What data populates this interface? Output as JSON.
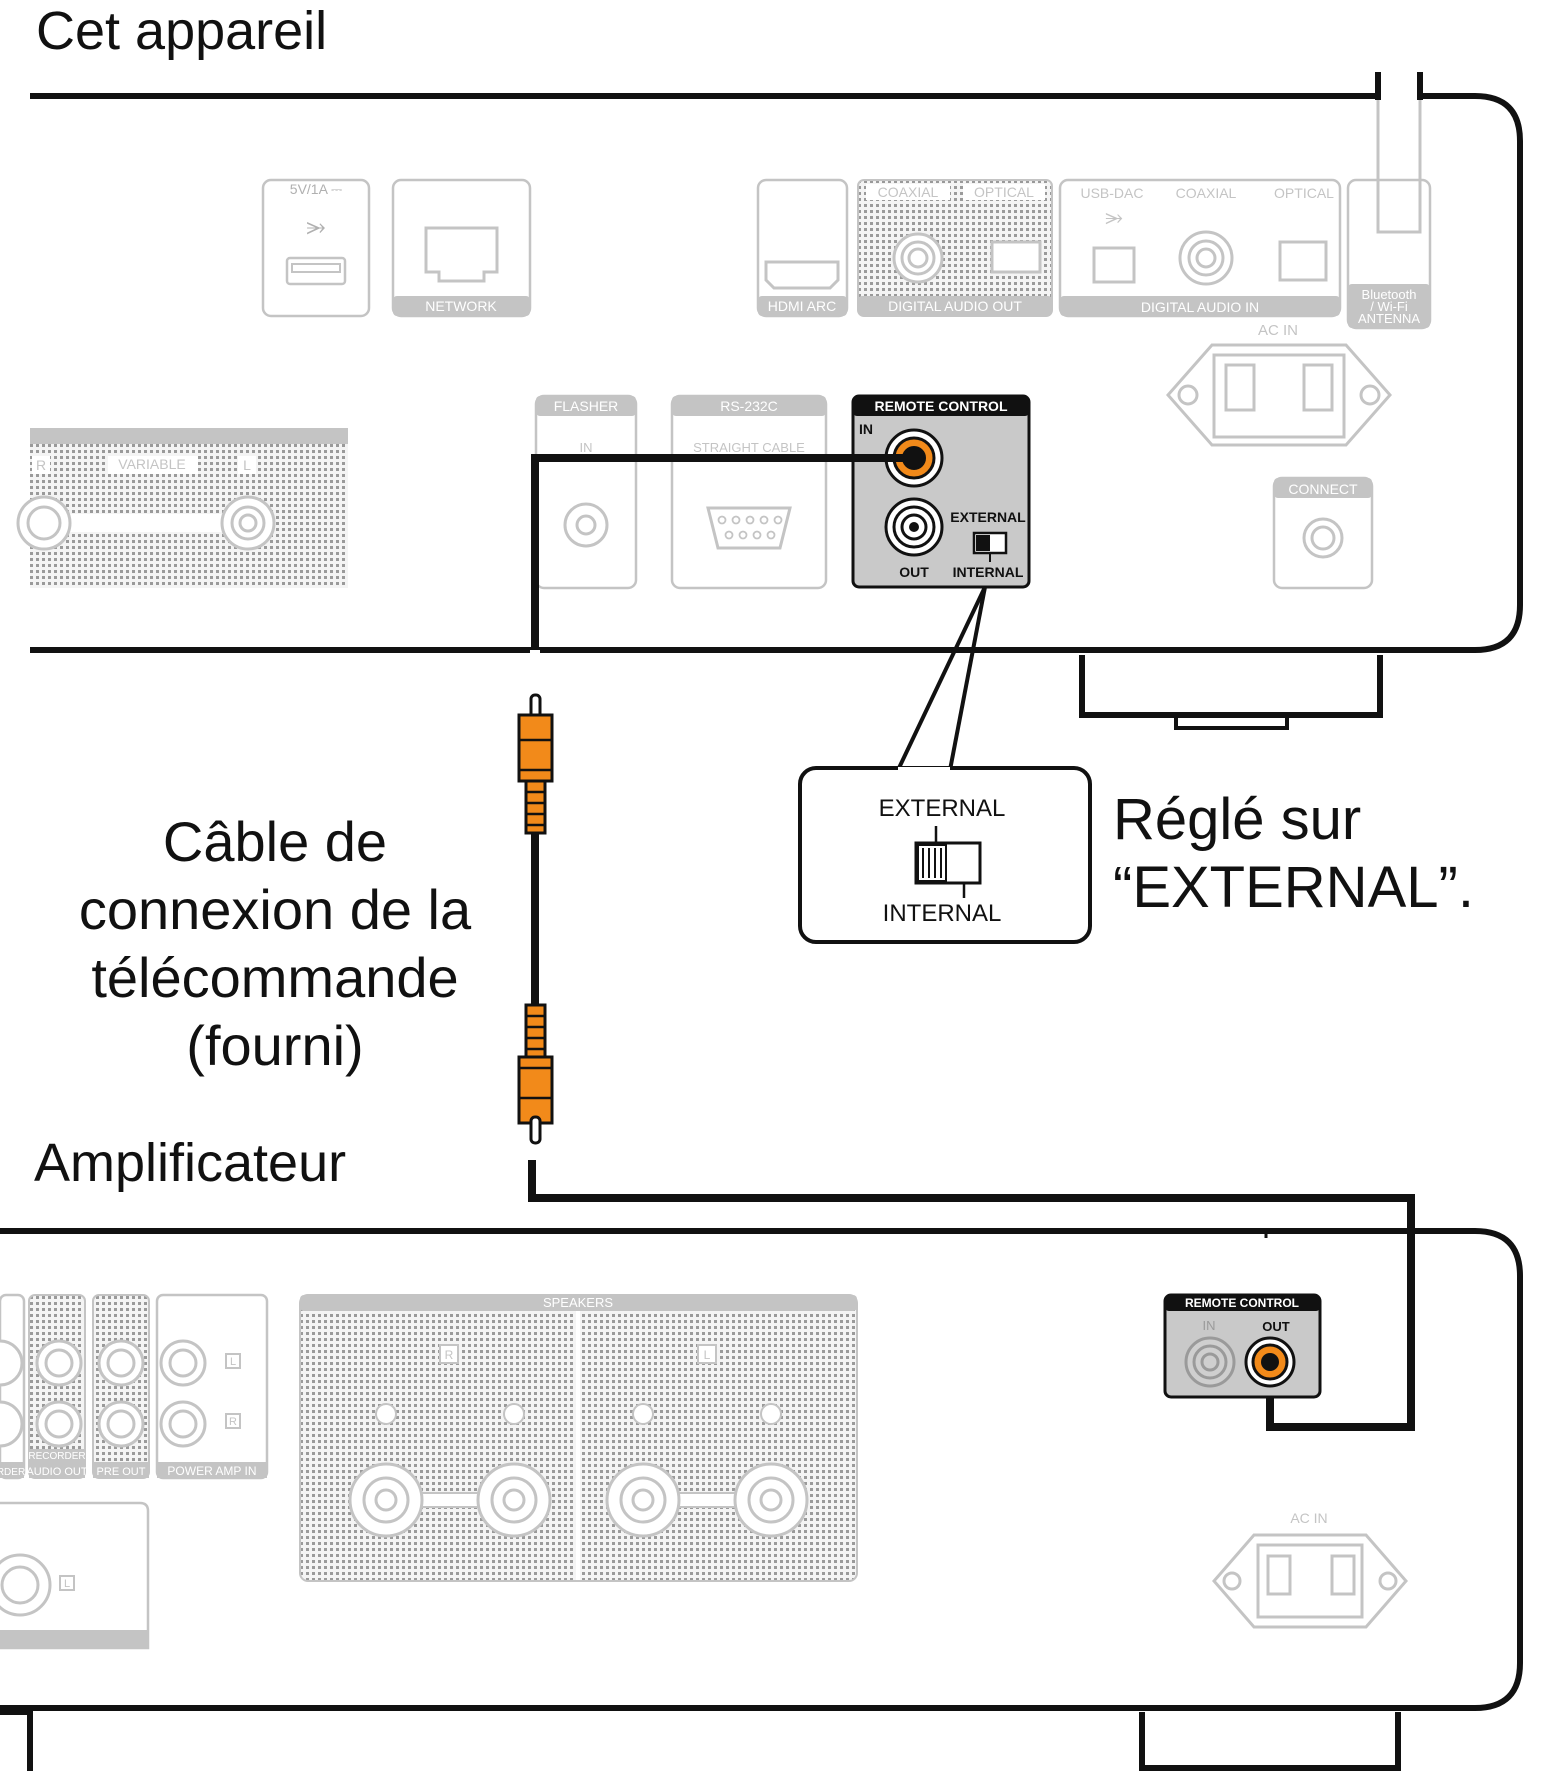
{
  "headings": {
    "device": "Cet appareil",
    "amplifier": "Amplificateur"
  },
  "cable_label": {
    "line1": "Câble de",
    "line2": "connexion de la",
    "line3": "télécommande",
    "line4": "(fourni)"
  },
  "note": {
    "line1": "Réglé sur",
    "line2": "“EXTERNAL”."
  },
  "device_panel": {
    "usb": "5V/1A ⎓",
    "network": "NETWORK",
    "hdmi": "HDMI ARC",
    "dao_coaxial": "COAXIAL",
    "dao_optical": "OPTICAL",
    "digital_audio_out": "DIGITAL AUDIO OUT",
    "usb_dac": "USB-DAC",
    "dai_coaxial": "COAXIAL",
    "dai_optical": "OPTICAL",
    "digital_audio_in": "DIGITAL AUDIO IN",
    "bt_line1": "Bluetooth",
    "bt_line2": "/ Wi-Fi",
    "bt_line3": "ANTENNA",
    "ac_in": "AC IN",
    "variable": "VARIABLE",
    "var_r": "R",
    "var_l": "L",
    "flasher": "FLASHER",
    "flasher_in": "IN",
    "rs232c": "RS-232C",
    "straight_cable": "STRAIGHT CABLE",
    "remote_control": "REMOTE CONTROL",
    "rc_in": "IN",
    "rc_out": "OUT",
    "rc_external": "EXTERNAL",
    "rc_internal": "INTERNAL",
    "connect": "CONNECT"
  },
  "callout": {
    "external": "EXTERNAL",
    "internal": "INTERNAL"
  },
  "amp_panel": {
    "recorder_left": "RDER",
    "recorder": "RECORDER",
    "audio_out": "AUDIO OUT",
    "pre_out": "PRE OUT",
    "power_amp_in": "POWER AMP IN",
    "pa_l": "L",
    "pa_r": "R",
    "speakers": "SPEAKERS",
    "spk_r": "R",
    "spk_l": "L",
    "in_l": "L",
    "remote_control": "REMOTE CONTROL",
    "rc_in": "IN",
    "rc_out": "OUT",
    "ac_in": "AC IN"
  },
  "colors": {
    "line": "#111111",
    "panel_grey": "#c8c8c8",
    "faint": "#c4c4c4",
    "accent_orange": "#f28a1a",
    "rc_panel": "#c9c9c9"
  }
}
